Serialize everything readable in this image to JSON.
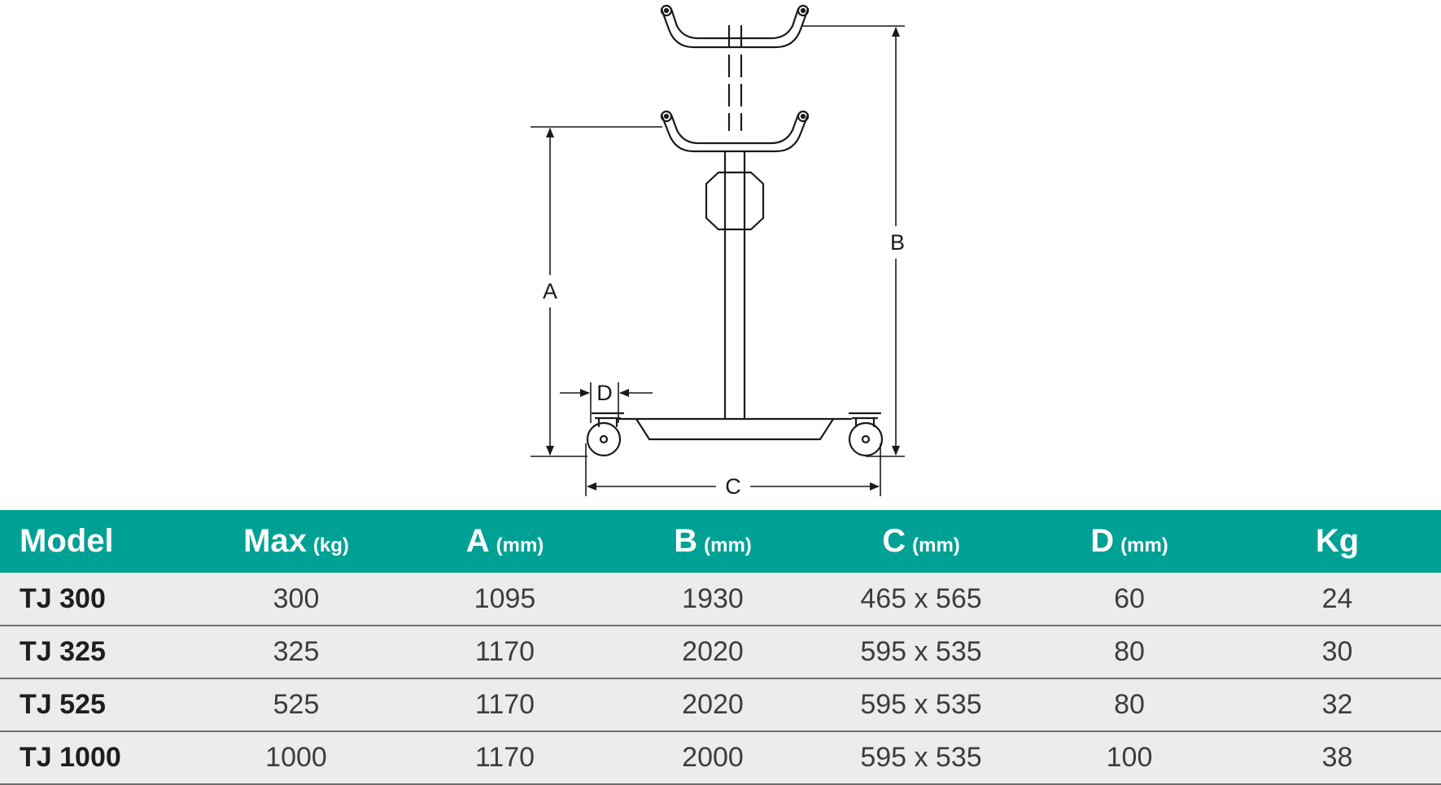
{
  "diagram": {
    "labels": {
      "a": "A",
      "b": "B",
      "c": "C",
      "d": "D"
    }
  },
  "table": {
    "columns": [
      {
        "name": "Model",
        "unit": ""
      },
      {
        "name": "Max",
        "unit": "(kg)"
      },
      {
        "name": "A",
        "unit": "(mm)"
      },
      {
        "name": "B",
        "unit": "(mm)"
      },
      {
        "name": "C",
        "unit": "(mm)"
      },
      {
        "name": "D",
        "unit": "(mm)"
      },
      {
        "name": "Kg",
        "unit": ""
      }
    ],
    "rows": [
      [
        "TJ 300",
        "300",
        "1095",
        "1930",
        "465 x 565",
        "60",
        "24"
      ],
      [
        "TJ 325",
        "325",
        "1170",
        "2020",
        "595 x 535",
        "80",
        "30"
      ],
      [
        "TJ 525",
        "525",
        "1170",
        "2020",
        "595 x 535",
        "80",
        "32"
      ],
      [
        "TJ 1000",
        "1000",
        "1170",
        "2000",
        "595 x 535",
        "100",
        "38"
      ]
    ]
  },
  "colors": {
    "header_bg": "#00a195",
    "header_text": "#ffffff",
    "row_bg": "#ececed",
    "row_border": "#6e6e6e"
  }
}
